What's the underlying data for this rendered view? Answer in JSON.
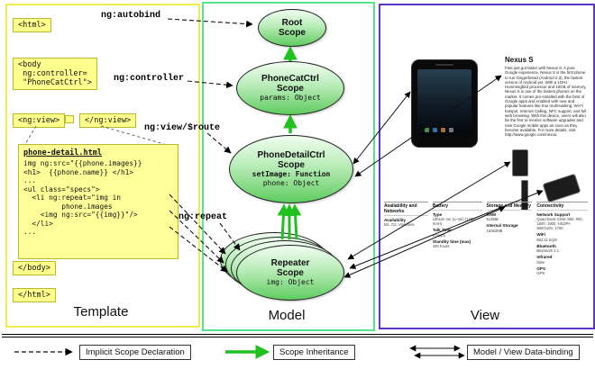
{
  "template": {
    "title": "Template",
    "html_open": "<html>",
    "autobind_label": "ng:autobind",
    "body_box": "<body\n ng:controller=\n \"PhoneCatCtrl\">",
    "controller_label": "ng:controller",
    "ngview_open": "<ng:view>",
    "ngview_close": "</ng:view>",
    "route_label": "ng:view/$route",
    "code_title": "phone-detail.html",
    "code_body": "img ng:src=\"{{phone.images}}\n<h1>  {{phone.name}} </h1>\n...\n<ul class=\"specs\">\n  <li ng:repeat=\"img in\n         phone.images\n    <img ng:src=\"{{img}}\"/>\n  </li>\n...",
    "repeat_label": "ng:repeat",
    "body_close": "</body>",
    "html_close": "</html>"
  },
  "model": {
    "title": "Model",
    "root_scope": "Root\nScope",
    "phonecat_name": "PhoneCatCtrl\nScope",
    "phonecat_prop": "params: Object",
    "phonedetail_name": "PhoneDetailCtrl\nScope",
    "phonedetail_prop1": "setImage: Function",
    "phonedetail_prop2": "phone: Object",
    "repeater_name": "Repeater\nScope",
    "repeater_prop": "img: Object"
  },
  "view": {
    "title": "View",
    "product_title": "Nexus S",
    "description": "Fast just got faster with Nexus S. A pure Google experience, Nexus S is the first phone to run Gingerbread (Android 2.3), the fastest version of Android yet. With a 1GHz Hummingbird processor and 16GB of memory, Nexus S is one of the fastest phones on the market. It comes pre-installed with the best of Google apps and enabled with new and popular features like true multi-tasking, Wi-Fi hotspot, Internet Calling, NFC support, and full web browsing. With this device, users will also be the first to receive software upgrades and new Google mobile apps as soon as they become available. For more details, visit http://www.google.com/nexus.",
    "specs": [
      {
        "title": "Availability and Networks",
        "rows": [
          {
            "label": "Availability",
            "value": "M1, O2, Vodafone"
          }
        ]
      },
      {
        "title": "Battery",
        "rows": [
          {
            "label": "Type",
            "value": "Lithium Ion (Li-Ion) (1500 mAH)"
          },
          {
            "label": "Talk Time",
            "value": "6 hours"
          },
          {
            "label": "Standby time (max)",
            "value": "430 hours"
          }
        ]
      },
      {
        "title": "Storage and Memory",
        "rows": [
          {
            "label": "RAM",
            "value": "512MB"
          },
          {
            "label": "Internal Storage",
            "value": "16384MB"
          }
        ]
      },
      {
        "title": "Connectivity",
        "rows": [
          {
            "label": "Network Support",
            "value": "Quad-band GSM: 850, 900, 1800, 1900; HSDPA 900/2100, 1700"
          },
          {
            "label": "WiFi",
            "value": "802.11 b/g/n"
          },
          {
            "label": "Bluetooth",
            "value": "Bluetooth 2.1"
          },
          {
            "label": "Infrared",
            "value": "false"
          },
          {
            "label": "GPS",
            "value": "GPS"
          }
        ]
      }
    ]
  },
  "legend": {
    "implicit": "Implicit Scope Declaration",
    "inheritance": "Scope Inheritance",
    "databinding": "Model / View Data-binding"
  }
}
